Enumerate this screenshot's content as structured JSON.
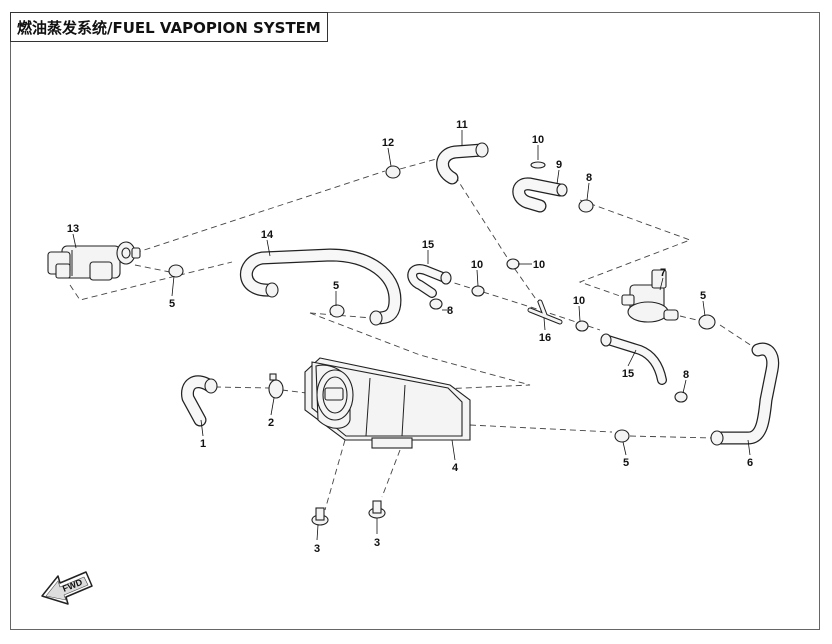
{
  "title": "燃油蒸发系统/FUEL VAPOPION SYSTEM",
  "direction_label": "FWD",
  "callouts": {
    "p1": "1",
    "p2": "2",
    "p3a": "3",
    "p3b": "3",
    "p4": "4",
    "p5a": "5",
    "p5b": "5",
    "p5c": "5",
    "p5d": "5",
    "p6": "6",
    "p7": "7",
    "p8a": "8",
    "p8b": "8",
    "p8c": "8",
    "p9": "9",
    "p10a": "10",
    "p10b": "10",
    "p10c": "10",
    "p10d": "10",
    "p11": "11",
    "p12": "12",
    "p13": "13",
    "p14": "14",
    "p15a": "15",
    "p15b": "15",
    "p16": "16"
  }
}
